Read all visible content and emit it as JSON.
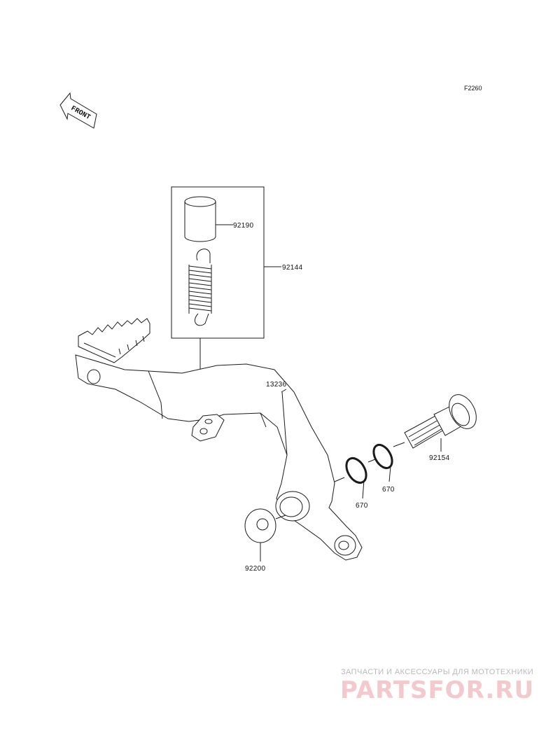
{
  "figure": {
    "code": "F2260"
  },
  "front_marker": {
    "text": "FRONT"
  },
  "parts": {
    "collar": {
      "number": "92190"
    },
    "spring_set": {
      "number": "92144"
    },
    "brake_pedal": {
      "number": "13236"
    },
    "pivot_bolt": {
      "number": "92154"
    },
    "o_ring_inner": {
      "number": "670"
    },
    "o_ring_outer": {
      "number": "670"
    },
    "washer": {
      "number": "92200"
    }
  },
  "watermark": {
    "tagline": "ЗАПЧАСТИ И АКСЕССУАРЫ ДЛЯ МОТОТЕХНИКИ",
    "logo": "PARTSFOR.RU"
  },
  "colors": {
    "line": "#1a1a1a",
    "watermark_logo": "#f2c9cc",
    "watermark_text": "#b9b9b9"
  }
}
